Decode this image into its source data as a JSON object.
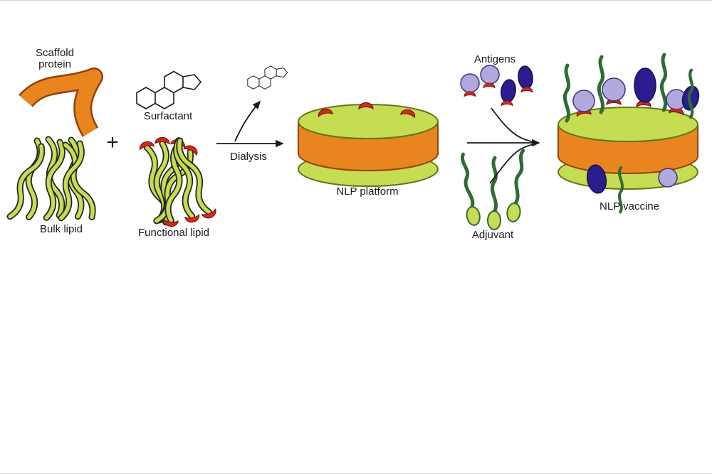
{
  "title": "NLP vaccine assembly diagram",
  "labels": {
    "scaffold_line1": "Scaffold",
    "scaffold_line2": "protein",
    "surfactant": "Surfactant",
    "plus": "+",
    "bulk_lipid": "Bulk lipid",
    "functional_lipid": "Functional lipid",
    "dialysis": "Dialysis",
    "nlp_platform": "NLP platform",
    "antigens": "Antigens",
    "adjuvant": "Adjuvant",
    "nlp_vaccine": "NLP vaccine"
  },
  "colors": {
    "text": "#1a1a1a",
    "orange": "#E8851F",
    "orange_dark": "#93400B",
    "lipid_green": "#C6DC52",
    "green_dark": "#5F7A16",
    "adjuvant_green": "#2F6B33",
    "red": "#D42A1E",
    "red_dark": "#7D150D",
    "purple": "#B3A8DC",
    "purple_dark": "#3A327E",
    "navy": "#2A1E8F",
    "navy_dark": "#15104F",
    "tail_outline": "#222222"
  }
}
